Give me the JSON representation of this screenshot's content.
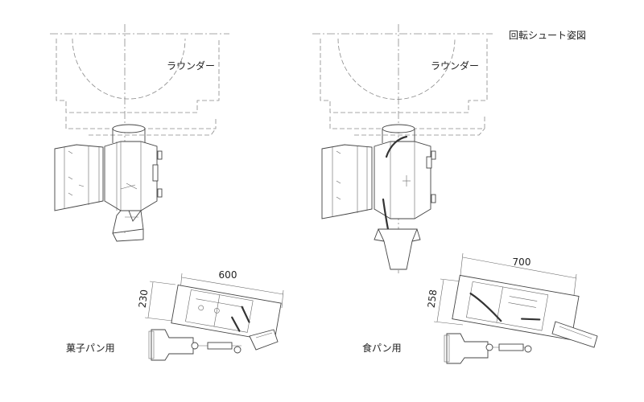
{
  "title": "回転シュート姿図",
  "rounder_left": "ラウンダー",
  "rounder_right": "ラウンダー",
  "confectionery_label": "菓子パン用",
  "bread_label": "食パン用",
  "dims": {
    "left_width": "600",
    "left_height": "230",
    "right_width": "700",
    "right_height": "258"
  }
}
